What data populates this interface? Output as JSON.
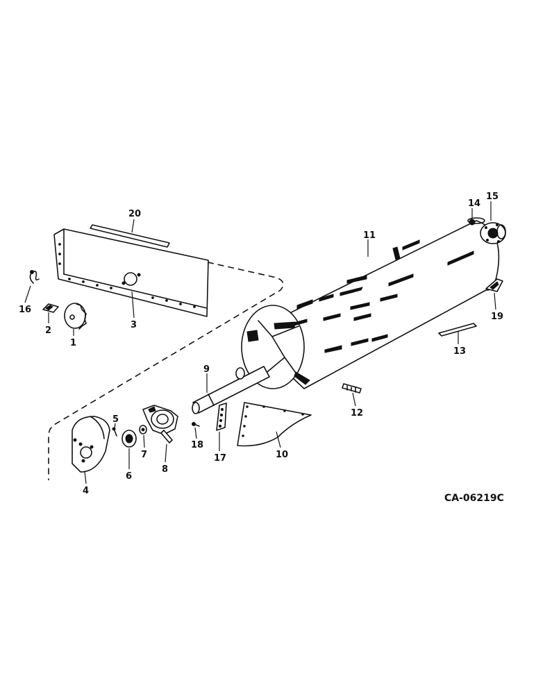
{
  "diagram": {
    "drawing_code": "CA-06219C",
    "callouts": [
      "1",
      "2",
      "3",
      "4",
      "5",
      "6",
      "7",
      "8",
      "9",
      "10",
      "11",
      "12",
      "13",
      "14",
      "15",
      "16",
      "17",
      "18",
      "19",
      "20"
    ]
  }
}
